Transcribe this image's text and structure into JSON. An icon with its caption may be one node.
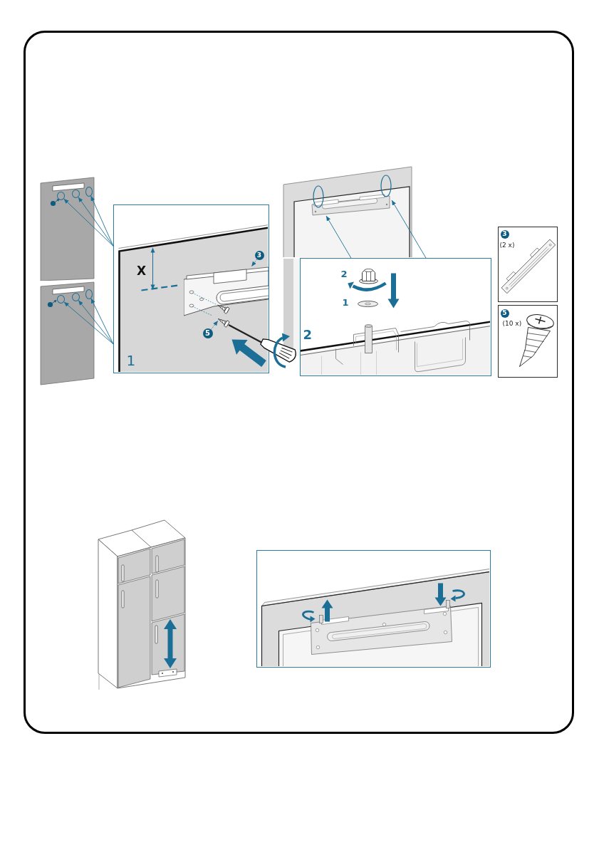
{
  "diagram": {
    "nodes": [
      {
        "text": [],
        "shape": "picture"
      },
      {
        "text": [],
        "shape": "circle",
        "in": 0
      },
      {
        "text": [],
        "shape": "circle",
        "in": 0
      },
      {
        "text": [],
        "shape": "circle",
        "in": 0
      },
      {
        "text": [],
        "shape": "picture"
      },
      {
        "text": [],
        "shape": "circle",
        "in": 4
      },
      {
        "text": [],
        "shape": "circle",
        "in": 4
      },
      {
        "text": [],
        "shape": "circle",
        "in": 4
      },
      {
        "text": [
          "1"
        ]
      },
      {
        "text": [
          "3"
        ],
        "in": 8
      },
      {
        "text": [],
        "shape": "picture",
        "in": 8
      },
      {
        "text": [
          "5"
        ],
        "in": 8
      },
      {
        "text": [],
        "shape": "picture",
        "in": 8
      },
      {
        "text": [],
        "shape": "picture"
      },
      {
        "text": [],
        "shape": "picture",
        "in": 13
      },
      {
        "text": [
          "2",
          "1",
          "2"
        ]
      },
      {
        "text": [
          "3",
          "(2 x)"
        ]
      },
      {
        "text": [
          "5",
          "(10 x)"
        ]
      },
      {
        "text": [],
        "shape": "box"
      }
    ],
    "edges": [
      {
        "from": 8,
        "to": 1,
        "arrow": "to"
      },
      {
        "from": 8,
        "to": 2,
        "arrow": "to"
      },
      {
        "from": 8,
        "to": 3,
        "arrow": "to"
      },
      {
        "from": 8,
        "to": 5,
        "arrow": "to"
      },
      {
        "from": 8,
        "to": 6,
        "arrow": "to"
      },
      {
        "from": 8,
        "to": 7,
        "arrow": "to"
      },
      {
        "from": 9,
        "to": 10,
        "arrow": "to",
        "style": "dashed"
      },
      {
        "from": 11,
        "to": 12,
        "arrow": "to",
        "style": "dashed"
      },
      {
        "from": 15,
        "to": 14,
        "arrow": "to"
      },
      {
        "from": 15,
        "to": 14,
        "arrow": "to"
      }
    ],
    "labels": [
      "X"
    ]
  }
}
